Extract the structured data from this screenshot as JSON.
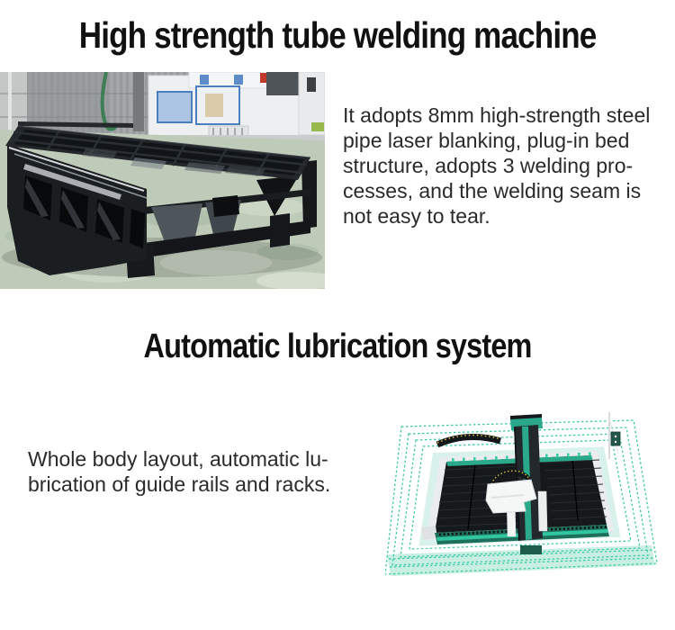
{
  "page": {
    "background": "#ffffff"
  },
  "section1": {
    "heading": "High strength tube welding machine",
    "description_lines": [
      "It adopts 8mm high-strength steel",
      "pipe laser blanking, plug-in bed",
      "structure, adopts 3 welding pro-",
      "cesses, and the welding seam is",
      "not easy to tear."
    ]
  },
  "section2": {
    "heading": "Automatic lubrication system",
    "description_lines": [
      "Whole body layout, automatic lu-",
      "brication of guide rails and racks."
    ]
  },
  "colors": {
    "heading_text": "#111111",
    "body_text": "#2b2a2a",
    "illustration_teal_accent": "#31c5a0",
    "illustration_teal_dark": "#1d6e5a",
    "illustration_dashed_outline": "#3bcaa6",
    "illustration_mint_fill": "#d8f1ea",
    "machine_black": "#15191c",
    "photo_floor_green": "#bfcbb9",
    "photo_wall_gray": "#a4a8aa"
  }
}
